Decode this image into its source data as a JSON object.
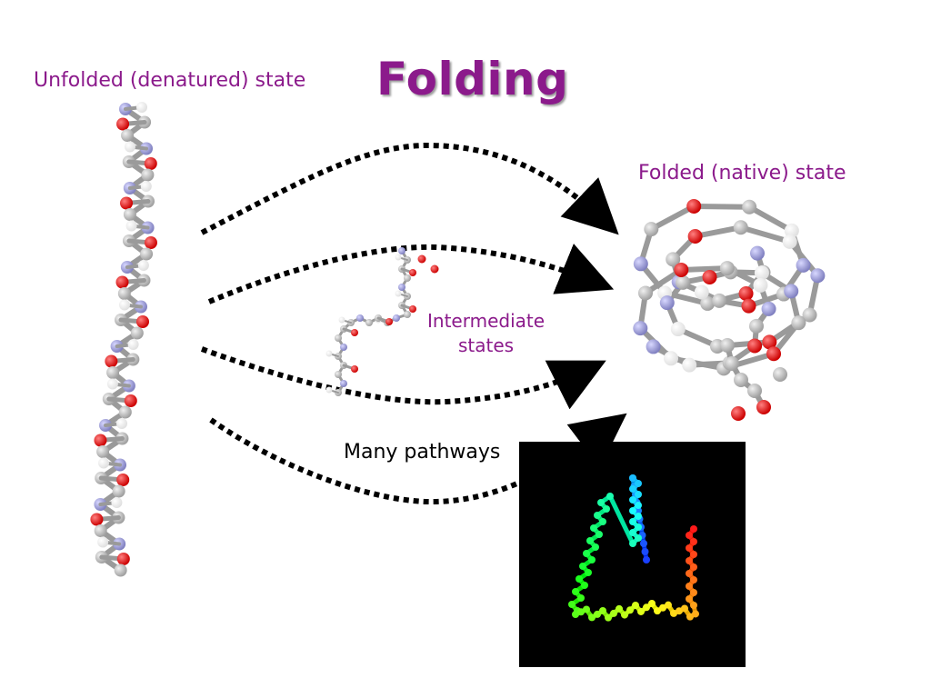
{
  "title": "Folding",
  "labels": {
    "unfolded": "Unfolded (denatured) state",
    "folded": "Folded (native) state",
    "intermediate_line1": "Intermediate",
    "intermediate_line2": "states",
    "pathways": "Many pathways"
  },
  "colors": {
    "title": "#8b1a8b",
    "label": "#8b1a8b",
    "pathways_label": "#000000",
    "arrow": "#000000",
    "atom_carbon": "#a0a0a0",
    "atom_oxygen": "#cc0000",
    "atom_nitrogen": "#8080c0",
    "atom_hydrogen": "#e0e0e0",
    "ribbon_background": "#000000"
  },
  "icons": {
    "unfolded_chain": "extended-peptide-chain-ball-and-stick",
    "intermediate_chain": "partially-folded-chain-ball-and-stick",
    "folded_chain": "folded-protein-ball-and-stick",
    "ribbon": "rainbow-ribbon-backbone-trace"
  }
}
